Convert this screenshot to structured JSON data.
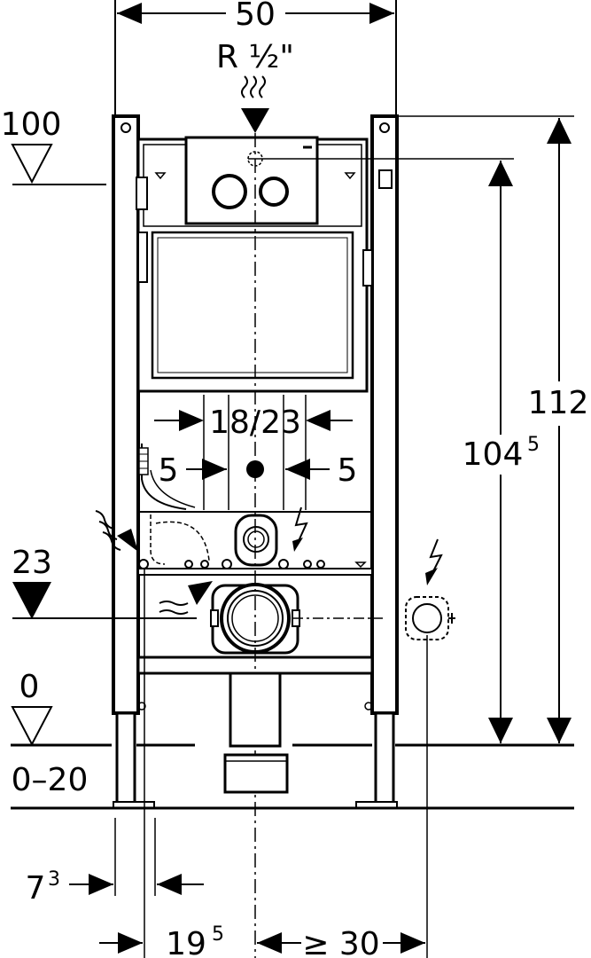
{
  "dimensions": {
    "width_total": "50",
    "connection": "R ½\"",
    "level_100": "100",
    "height_total": "112",
    "height_frame_main": "104",
    "height_frame_sup": "5",
    "drain_spacing": "18/23",
    "offset_left": "5",
    "offset_right": "5",
    "level_23": "23",
    "level_0": "0",
    "floor_range": "0–20",
    "foot_main": "7",
    "foot_sup": "3",
    "dist_main": "19",
    "dist_sup": "5",
    "min_dist": "≥ 30"
  },
  "colors": {
    "ink": "#000000",
    "paper": "#ffffff"
  }
}
